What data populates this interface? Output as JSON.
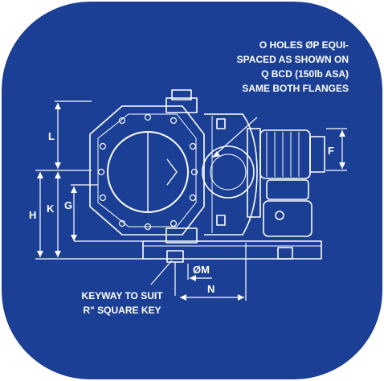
{
  "colors": {
    "background": "#1b3f95",
    "linework": "#ffffff"
  },
  "annotations": {
    "holes_note": [
      "O HOLES ØP EQUI-",
      "SPACED AS SHOWN ON",
      "Q BCD (150lb ASA)",
      "SAME BOTH FLANGES"
    ],
    "keyway_note": [
      "KEYWAY TO SUIT",
      "R\" SQUARE KEY"
    ]
  },
  "dimensions": {
    "L": "L",
    "F": "F",
    "H": "H",
    "K": "K",
    "G": "G",
    "M": "ØM",
    "N": "N"
  }
}
